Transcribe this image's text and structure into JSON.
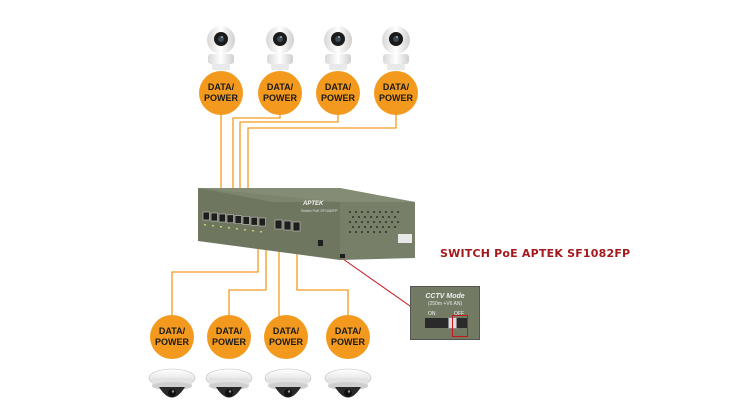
{
  "diagram": {
    "title": "SWITCH PoE APTEK SF1082FP",
    "badge_line1": "DATA/",
    "badge_line2": "POWER",
    "switch_brand": "APTEK",
    "switch_model": "Switch PoE SF1082FP",
    "cctv_mode": {
      "title": "CCTV Mode",
      "subtitle": "(250m +V6 AN)",
      "on_label": "ON",
      "off_label": "OFF"
    }
  },
  "top_nodes": [
    {
      "device": "ptz-camera",
      "badge": "DATA/ POWER"
    },
    {
      "device": "ptz-camera",
      "badge": "DATA/ POWER"
    },
    {
      "device": "ptz-camera",
      "badge": "DATA/ POWER"
    },
    {
      "device": "ptz-camera",
      "badge": "DATA/ POWER"
    }
  ],
  "bottom_nodes": [
    {
      "device": "dome-camera",
      "badge": "DATA/ POWER"
    },
    {
      "device": "dome-camera",
      "badge": "DATA/ POWER"
    },
    {
      "device": "dome-camera",
      "badge": "DATA/ POWER"
    },
    {
      "device": "dome-camera",
      "badge": "DATA/ POWER"
    }
  ],
  "colors": {
    "badge": "#f39a1e",
    "wire": "#f39a1e",
    "switch_body": "#757b66",
    "title": "#a3191c",
    "callout": "#c8151b"
  }
}
